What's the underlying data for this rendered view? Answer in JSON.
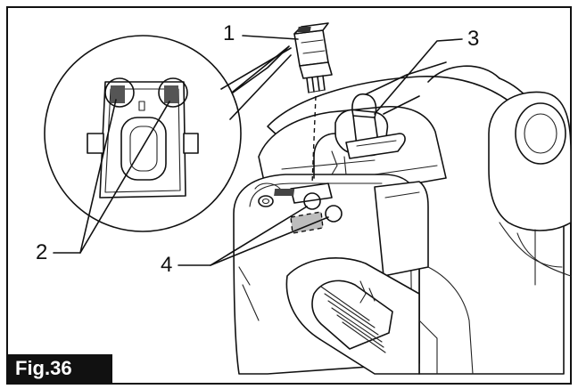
{
  "figure": {
    "label": "Fig.36",
    "callouts": [
      {
        "id": "1",
        "text": "1"
      },
      {
        "id": "2",
        "text": "2"
      },
      {
        "id": "3",
        "text": "3"
      },
      {
        "id": "4",
        "text": "4"
      }
    ]
  }
}
